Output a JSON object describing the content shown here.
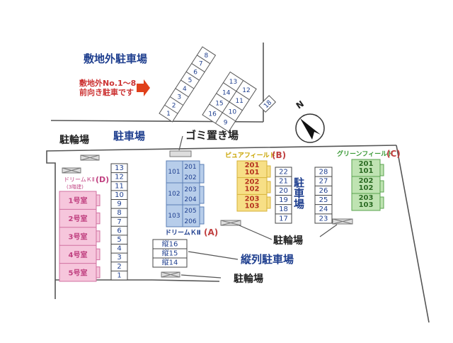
{
  "labels": {
    "offsite_lot": "敷地外駐車場",
    "offsite_note_line1": "敷地外No.1～8",
    "offsite_note_line2": "前向き駐車です",
    "bike_parking": "駐輪場",
    "car_parking": "駐車場",
    "garbage": "ゴミ置き場",
    "tandem_parking": "縦列駐車場",
    "compass": "N"
  },
  "buildings": {
    "dream_k2_d": {
      "name": "ドリームＫⅡ",
      "suffix": "(D)",
      "note": "(3階建)",
      "rooms": [
        "1号室",
        "2号室",
        "3号室",
        "4号室",
        "5号室"
      ]
    },
    "dream_k2_a": {
      "name": "ドリームＫⅡ",
      "suffix": "(A)",
      "rooms": [
        [
          "101",
          "201"
        ],
        [
          "202"
        ],
        [
          "102",
          "203"
        ],
        [
          "204"
        ],
        [
          "103",
          "205"
        ],
        [
          "206"
        ]
      ]
    },
    "pure_field_b": {
      "name": "ピュアフィールド",
      "suffix": "(B)",
      "rooms": [
        [
          "201",
          "101"
        ],
        [
          "202",
          "102"
        ],
        [
          "203",
          "103"
        ]
      ]
    },
    "green_field_c": {
      "name": "グリーンフィールド",
      "suffix": "(C)",
      "rooms": [
        [
          "201",
          "101"
        ],
        [
          "202",
          "102"
        ],
        [
          "203",
          "103"
        ]
      ]
    }
  },
  "parking": {
    "offsite_left": [
      "8",
      "7",
      "6",
      "5",
      "4",
      "3",
      "2",
      "1"
    ],
    "offsite_right": [
      "13",
      "14",
      "15",
      "16",
      "12",
      "11",
      "10",
      "9"
    ],
    "offsite_extra": "18",
    "column_main": [
      "13",
      "12",
      "11",
      "10",
      "9",
      "8",
      "7",
      "6",
      "5",
      "4",
      "3",
      "2",
      "1"
    ],
    "column_mid": [
      "22",
      "21",
      "20",
      "19",
      "18",
      "17"
    ],
    "column_right": [
      "28",
      "27",
      "26",
      "25",
      "24",
      "23"
    ],
    "tandem": [
      "縦16",
      "縦15",
      "縦14"
    ]
  },
  "colors": {
    "label_blue": "#1f3f8f",
    "arrow_red": "#e0401a",
    "line": "#555555",
    "building_d": "#f6c6dc",
    "building_a": "#b7cdea",
    "building_b": "#f7df86",
    "building_c": "#bfe3b2",
    "label_b": "#c9a400",
    "label_c": "#3a9a36"
  }
}
